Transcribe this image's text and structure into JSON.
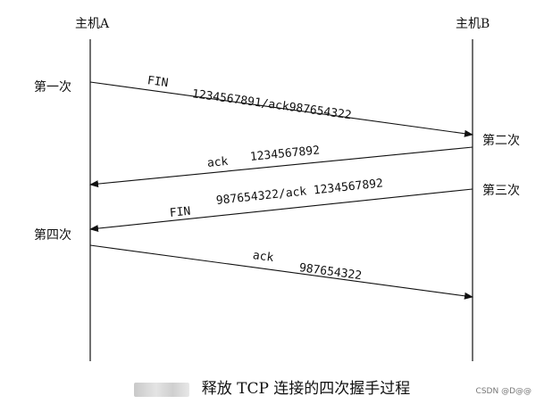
{
  "hosts": {
    "a": "主机A",
    "b": "主机B"
  },
  "steps": {
    "s1": "第一次",
    "s2": "第二次",
    "s3": "第三次",
    "s4": "第四次"
  },
  "messages": [
    {
      "flag": "FIN",
      "value": "1234567891/ack987654322",
      "from": "A",
      "to": "B"
    },
    {
      "flag": "ack",
      "value": "1234567892",
      "from": "B",
      "to": "A"
    },
    {
      "flag": "FIN",
      "value": "987654322/ack 1234567892",
      "from": "B",
      "to": "A"
    },
    {
      "flag": "ack",
      "value": "987654322",
      "from": "A",
      "to": "B"
    }
  ],
  "caption": "释放 TCP 连接的四次握手过程",
  "watermark": "CSDN @D@@"
}
